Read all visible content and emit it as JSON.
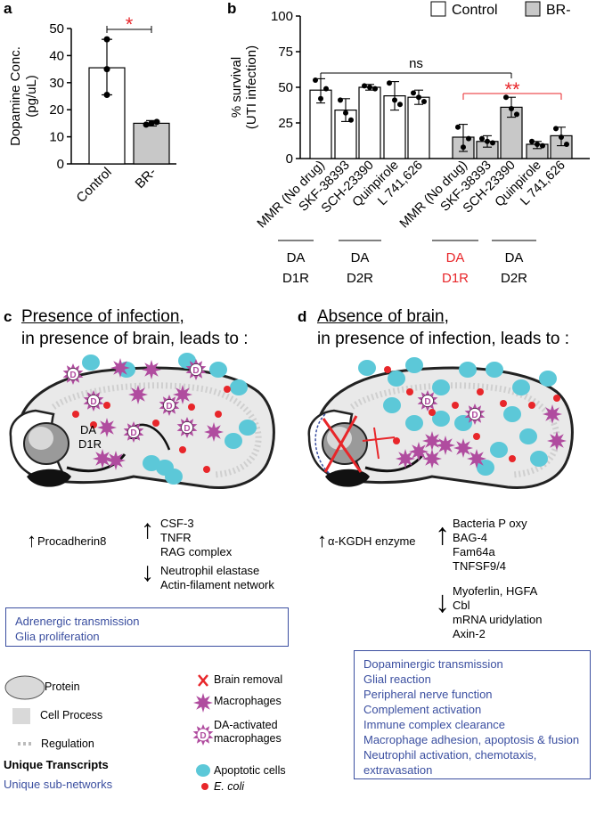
{
  "panel_labels": {
    "a": "a",
    "b": "b",
    "c": "c",
    "d": "d"
  },
  "chart_data": [
    {
      "type": "bar",
      "panel": "a",
      "categories": [
        "Control",
        "BR-"
      ],
      "values": [
        35.5,
        15.0
      ],
      "points": [
        [
          46,
          35,
          25.5
        ],
        [
          14.5,
          15,
          15.5
        ]
      ],
      "error_bars": [
        [
          25.5,
          46
        ],
        [
          14,
          16
        ]
      ],
      "colors": [
        "#ffffff",
        "#c8c8c8"
      ],
      "ylabel": "Dopamine Conc. (pg/uL)",
      "ylabel_line1": "Dopamine Conc.",
      "ylabel_line2": "(pg/uL)",
      "ylim": [
        0,
        50
      ],
      "yticks": [
        "0",
        "10",
        "20",
        "30",
        "40",
        "50"
      ],
      "significance": "*"
    },
    {
      "type": "bar",
      "panel": "b",
      "ylabel_line1": "% survival",
      "ylabel_line2": "(UTI infection)",
      "ylim": [
        0,
        100
      ],
      "yticks": [
        "0",
        "25",
        "50",
        "75",
        "100"
      ],
      "legend": {
        "control": "Control",
        "br": "BR-"
      },
      "series": [
        {
          "name": "Control",
          "categories": [
            "MMR (No drug)",
            "SKF-38393",
            "SCH-23390",
            "Quinpirole",
            "L 741,626"
          ],
          "values": [
            48,
            34,
            50,
            44,
            43
          ],
          "points": [
            [
              55,
              42,
              49
            ],
            [
              41,
              32,
              27
            ],
            [
              51,
              50,
              49
            ],
            [
              53,
              41,
              38
            ],
            [
              46,
              43,
              40
            ]
          ],
          "error_bars": [
            [
              39,
              56
            ],
            [
              26,
              42
            ],
            [
              48,
              52
            ],
            [
              34,
              54
            ],
            [
              38,
              48
            ]
          ]
        },
        {
          "name": "BR-",
          "categories": [
            "MMR (No drug)",
            "SKF-38393",
            "SCH-23390",
            "Quinpirole",
            "L 741,626"
          ],
          "values": [
            15,
            12,
            36,
            10,
            16
          ],
          "points": [
            [
              22,
              8,
              14
            ],
            [
              14,
              12,
              11
            ],
            [
              43,
              35,
              31
            ],
            [
              12,
              10,
              9
            ],
            [
              21,
              15,
              10
            ]
          ],
          "error_bars": [
            [
              5,
              24
            ],
            [
              8,
              16
            ],
            [
              29,
              43
            ],
            [
              7,
              12
            ],
            [
              9,
              22
            ]
          ]
        }
      ],
      "annotations": {
        "ns": "ns",
        "sig": "**"
      },
      "groups": [
        {
          "line1": "DA",
          "line2": "D1R",
          "red": false
        },
        {
          "line1": "DA",
          "line2": "D2R",
          "red": false
        },
        {
          "line1": "DA",
          "line2": "D1R",
          "red": true
        },
        {
          "line1": "DA",
          "line2": "D2R",
          "red": false
        }
      ]
    }
  ],
  "panel_c": {
    "heading_line1": "Presence of infection,",
    "heading_line2": "in presence of brain, leads to :",
    "tag_line1": "DA",
    "tag_line2": "D1R",
    "left_gene": "Procadherin8",
    "up_genes": [
      "CSF-3",
      "TNFR",
      "RAG complex"
    ],
    "down_genes": [
      "Neutrophil elastase",
      "Actin-filament network"
    ],
    "networks": [
      "Adrenergic transmission",
      "Glia proliferation"
    ]
  },
  "panel_d": {
    "heading_line1": "Absence of brain,",
    "heading_line2": "in presence of infection, leads to :",
    "left_gene": "α-KGDH enzyme",
    "up_genes": [
      "Bacteria P oxy",
      "BAG-4",
      "Fam64a",
      "TNFSF9/4"
    ],
    "down_genes": [
      "Myoferlin, HGFA",
      "Cbl",
      "mRNA uridylation",
      "Axin-2"
    ],
    "networks": [
      "Dopaminergic transmission",
      "Glial reaction",
      "Peripheral nerve function",
      "Complement activation",
      "Immune complex clearance",
      "Macrophage adhesion, apoptosis & fusion",
      "Neutrophil activation, chemotaxis, extravasation"
    ]
  },
  "legend": {
    "protein": "Protein",
    "cell_process": "Cell Process",
    "regulation": "Regulation",
    "unique_transcripts": "Unique Transcripts",
    "unique_subnetworks": "Unique sub-networks",
    "brain_removal": "Brain removal",
    "macrophages": "Macrophages",
    "da_activated_line1": "DA-activated",
    "da_activated_line2": "macrophages",
    "apoptotic": "Apoptotic cells",
    "ecoli": "E. coli",
    "d_glyph": "D"
  },
  "colors": {
    "red": "#e8262a",
    "blue": "#3b4fa0",
    "macrophage": "#b04c9f",
    "apoptotic": "#5cc8d8",
    "bar_gray": "#c8c8c8"
  }
}
